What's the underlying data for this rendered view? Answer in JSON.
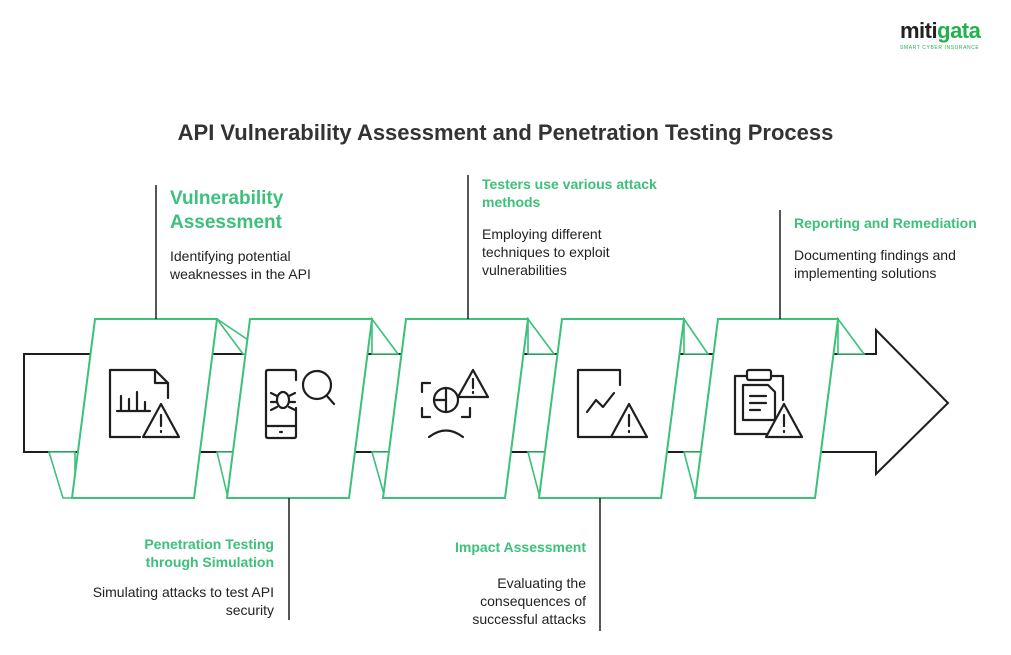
{
  "logo": {
    "word_main": "miti",
    "word_accent": "gata",
    "tagline": "SMART CYBER INSURANCE"
  },
  "title": "API Vulnerability Assessment and Penetration Testing Process",
  "steps": [
    {
      "heading": "Vulnerability Assessment",
      "description": "Identifying potential weaknesses in the API",
      "icon": "document-chart-warning-icon"
    },
    {
      "heading": "Penetration Testing through Simulation",
      "description": "Simulating attacks to test API security",
      "icon": "phone-bug-search-icon"
    },
    {
      "heading": "Testers use various attack methods",
      "description": "Employing different techniques to exploit vulnerabilities",
      "icon": "target-user-warning-icon"
    },
    {
      "heading": "Impact Assessment",
      "description": "Evaluating the consequences of successful attacks",
      "icon": "chart-warning-icon"
    },
    {
      "heading": "Reporting and Remediation",
      "description": "Documenting findings and implementing solutions",
      "icon": "clipboard-warning-icon"
    }
  ],
  "colors": {
    "accent": "#3cc07a",
    "line": "#1e1e1e"
  }
}
